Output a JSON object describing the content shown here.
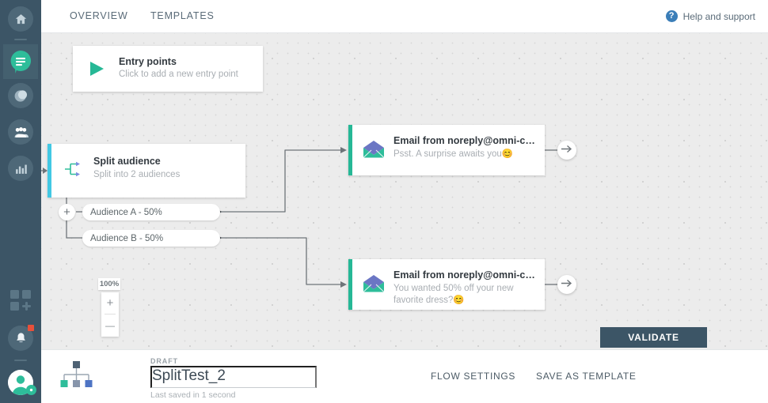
{
  "sidebar": {
    "items": [
      {
        "name": "home-icon",
        "label": "Home"
      },
      {
        "name": "messages-icon",
        "label": "Messages",
        "active": true
      },
      {
        "name": "moon-icon",
        "label": "Automation"
      },
      {
        "name": "contacts-icon",
        "label": "Contacts"
      },
      {
        "name": "analytics-icon",
        "label": "Analytics"
      },
      {
        "name": "apps-add-icon",
        "label": "Apps"
      },
      {
        "name": "bell-icon",
        "label": "Notifications"
      },
      {
        "name": "avatar",
        "label": "Account"
      }
    ],
    "bg_color": "#3c5566",
    "active_color": "#2ebd9a"
  },
  "topbar": {
    "tabs": [
      {
        "label": "OVERVIEW"
      },
      {
        "label": "TEMPLATES"
      }
    ],
    "help": {
      "label": "Help and support",
      "icon_glyph": "?",
      "icon_color": "#3b7eb8"
    }
  },
  "canvas": {
    "zoom": {
      "level": "100%",
      "zoom_in_label": "+",
      "zoom_out_label": "—"
    },
    "nodes": {
      "entry": {
        "title": "Entry points",
        "subtitle": "Click to add a new entry point",
        "icon": "play-icon",
        "accent": "#26b896"
      },
      "split": {
        "title": "Split audience",
        "subtitle": "Split into 2 audiences",
        "icon": "split-icon",
        "accent": "#42c8e4"
      },
      "email_a": {
        "title": "Email from noreply@omni-commu…",
        "subtitle": "Psst. A surprise awaits you😊",
        "icon": "envelope-icon",
        "accent": "#26b896"
      },
      "email_b": {
        "title": "Email from noreply@omni-commu…",
        "subtitle": "You wanted 50% off your new favorite dress?😊",
        "icon": "envelope-icon",
        "accent": "#26b896"
      }
    },
    "branches": [
      {
        "label": "Audience A - 50%"
      },
      {
        "label": "Audience B - 50%"
      }
    ],
    "add_branch_label": "+",
    "next_step_icon": "arrow-right-icon"
  },
  "bottombar": {
    "status": "DRAFT",
    "flow_name": "SplitTest_2",
    "saved_text": "Last saved in 1 second",
    "flow_icon": "flow-tree-icon",
    "actions": [
      {
        "label": "FLOW SETTINGS",
        "name": "flow-settings-button"
      },
      {
        "label": "SAVE AS TEMPLATE",
        "name": "save-as-template-button"
      }
    ],
    "primary_action": {
      "label": "VALIDATE",
      "color": "#3c5566"
    }
  }
}
